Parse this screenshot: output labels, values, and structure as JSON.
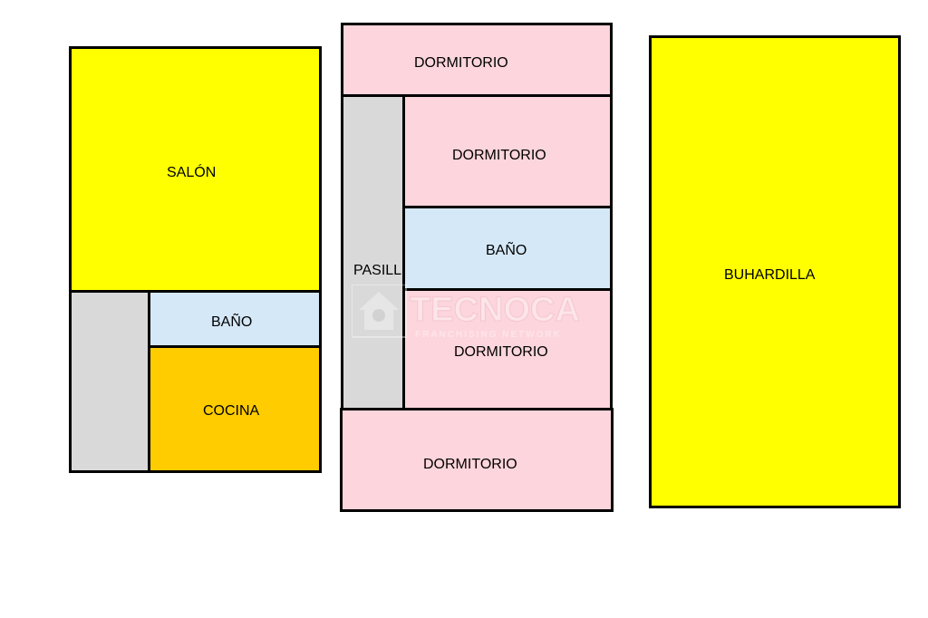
{
  "colors": {
    "yellow": "#ffff00",
    "grey": "#d9d9d9",
    "light_blue": "#d5e8f8",
    "orange": "#ffcc00",
    "pink": "#fdd5dc",
    "border": "#000000"
  },
  "rooms": {
    "salon": "SALÓN",
    "bano_left": "BAÑO",
    "cocina": "COCINA",
    "dormitorio_top": "DORMITORIO",
    "dormitorio_2": "DORMITORIO",
    "bano_mid": "BAÑO",
    "pasillo": "PASILL",
    "dormitorio_3": "DORMITORIO",
    "dormitorio_bottom": "DORMITORIO",
    "buhardilla": "BUHARDILLA"
  },
  "watermark": {
    "brand": "TECNOCASA",
    "tagline": "FRANCHISING NETWORK"
  }
}
